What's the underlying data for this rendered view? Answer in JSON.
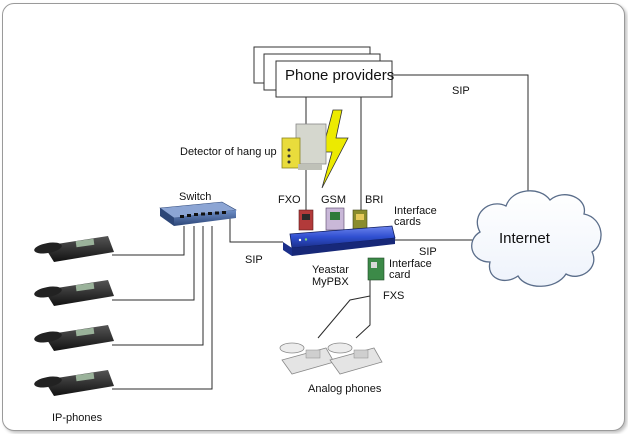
{
  "diagram": {
    "providers_label": "Phone providers",
    "internet_label": "Internet",
    "detector_label": "Detector of hang up",
    "switch_label": "Switch",
    "fxo_label": "FXO",
    "gsm_label": "GSM",
    "bri_label": "BRI",
    "interface_cards_label_1": "Interface",
    "interface_cards_label_2": "cards",
    "interface_card_label_1": "Interface",
    "interface_card_label_2": "card",
    "sip_top": "SIP",
    "sip_right": "SIP",
    "sip_left": "SIP",
    "pbx_label_1": "Yeastar",
    "pbx_label_2": "MyPBX",
    "fxs_label": "FXS",
    "analog_phones_label": "Analog phones",
    "ip_phones_label": "IP-phones"
  },
  "colors": {
    "line": "#2b2b2b",
    "pbx_blue": "#2f4fd0",
    "switch_blue": "#3a5d9c",
    "detector_yellow": "#e9dc3c",
    "lightning": "#e8e400"
  }
}
